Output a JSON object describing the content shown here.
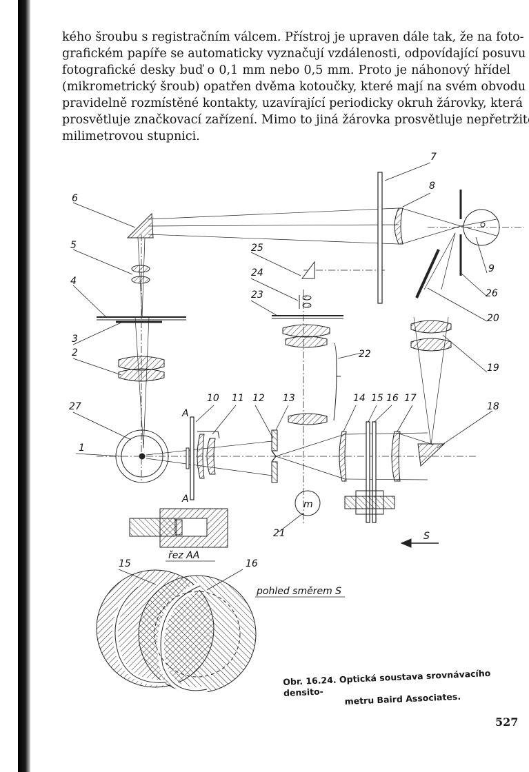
{
  "body_text": [
    "kého šroubu s registračním válcem. Přístroj je upraven dále tak, že na foto-",
    "grafickém papíře se automaticky vyznačují vzdálenosti, odpovídající posuvu",
    "fotografické desky buď o 0,1 mm nebo 0,5 mm. Proto je náhonový hřídel",
    "(mikrometrický šroub) opatřen dvěma kotoučky, které mají na svém obvodu",
    "pravidelně rozmístěné kontakty, uzavírající periodicky okruh žárovky, která",
    "prosvětluje značkovací zařízení. Mimo to jiná žárovka prosvětluje nepřetržitě",
    "milimetrovou stupnici."
  ],
  "figure": {
    "labels": {
      "n1": "1",
      "n2": "2",
      "n3": "3",
      "n4": "4",
      "n5": "5",
      "n6": "6",
      "n7": "7",
      "n8": "8",
      "n9": "9",
      "n10": "10",
      "n11": "11",
      "n12": "12",
      "n13": "13",
      "n14": "14",
      "n15": "15",
      "n16": "16",
      "n17": "17",
      "n18": "18",
      "n19": "19",
      "n20": "20",
      "n21": "21",
      "n22": "22",
      "n23": "23",
      "n24": "24",
      "n25": "25",
      "n26": "26",
      "n27": "27",
      "n15b": "15",
      "n16b": "16",
      "A_top": "A",
      "A_bottom": "A",
      "S": "S"
    },
    "section_label": "řez AA",
    "view_label": "pohled směrem S"
  },
  "caption": {
    "line1": "Obr. 16.24. Optická soustava srovnávacího densito-",
    "line2": "metru Baird Associates."
  },
  "page_number": "527"
}
